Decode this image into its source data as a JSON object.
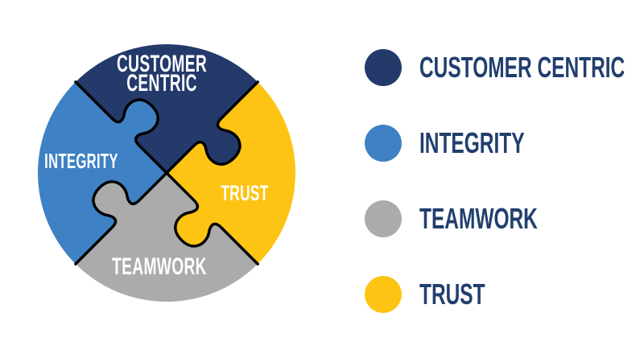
{
  "background": "#ffffff",
  "diagram": {
    "title": "core values puzzle",
    "outline_color": "#000000",
    "pieces": [
      {
        "id": "customer-centric",
        "label": "CUSTOMER CENTRIC",
        "label_lines": [
          "CUSTOMER",
          "CENTRIC"
        ],
        "color": "#243A6B",
        "text_color": "#ffffff",
        "position": "top"
      },
      {
        "id": "integrity",
        "label": "INTEGRITY",
        "color": "#3E81C4",
        "text_color": "#ffffff",
        "position": "left"
      },
      {
        "id": "trust",
        "label": "TRUST",
        "color": "#FDC414",
        "text_color": "#ffffff",
        "position": "right"
      },
      {
        "id": "teamwork",
        "label": "TEAMWORK",
        "color": "#ABABAB",
        "text_color": "#ffffff",
        "position": "bottom"
      }
    ]
  },
  "legend": {
    "text_color": "#213F6E",
    "items": [
      {
        "label": "CUSTOMER CENTRIC",
        "color": "#243A6B"
      },
      {
        "label": "INTEGRITY",
        "color": "#3E81C4"
      },
      {
        "label": "TEAMWORK",
        "color": "#ABABAB"
      },
      {
        "label": "TRUST",
        "color": "#FDC414"
      }
    ]
  }
}
